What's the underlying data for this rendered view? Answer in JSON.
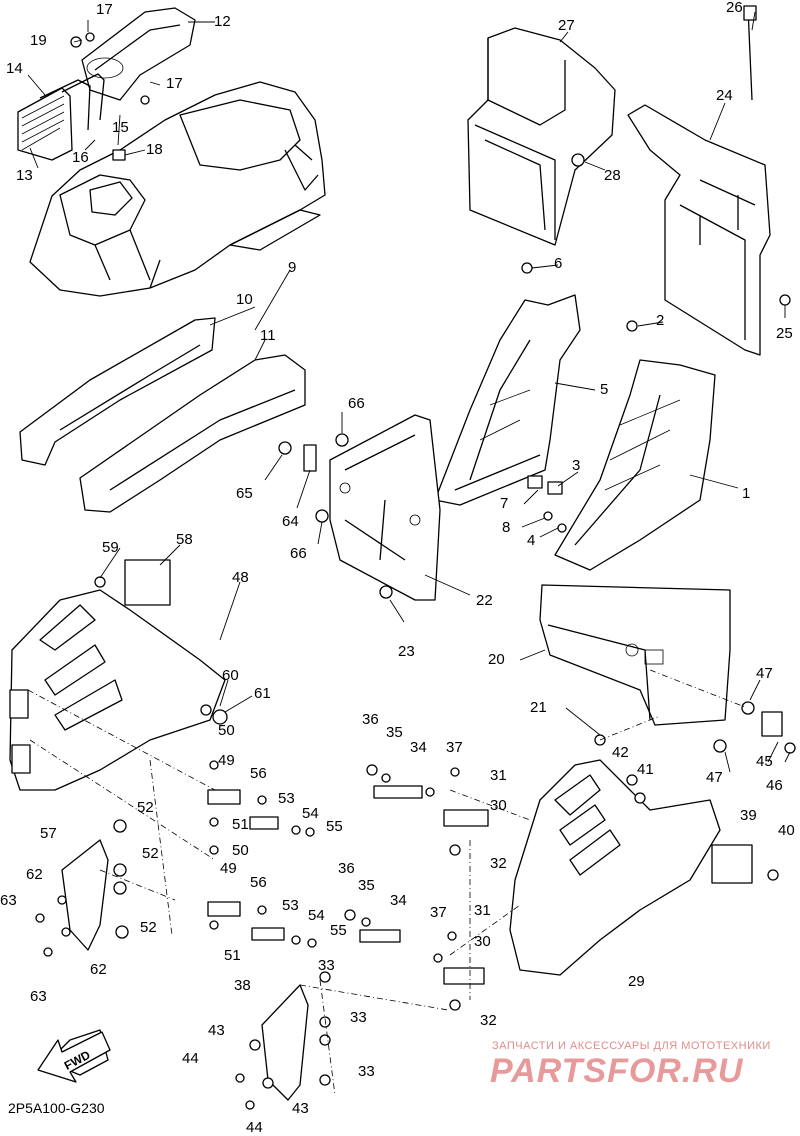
{
  "diagram_code": "2P5A100-G230",
  "fwd_label": "FWD",
  "watermark": {
    "line1": "ЗАПЧАСТИ И АКСЕССУАРЫ ДЛЯ МОТОТЕХНИКИ",
    "line2": "PARTSFOR.RU"
  },
  "callouts": [
    "17",
    "12",
    "19",
    "17",
    "14",
    "15",
    "16",
    "13",
    "18",
    "27",
    "26",
    "24",
    "28",
    "6",
    "25",
    "2",
    "9",
    "10",
    "11",
    "5",
    "3",
    "1",
    "7",
    "8",
    "4",
    "66",
    "65",
    "64",
    "66",
    "22",
    "23",
    "59",
    "58",
    "48",
    "20",
    "47",
    "21",
    "60",
    "61",
    "45",
    "46",
    "47",
    "50",
    "49",
    "56",
    "53",
    "54",
    "55",
    "51",
    "52",
    "36",
    "35",
    "34",
    "37",
    "31",
    "30",
    "42",
    "41",
    "39",
    "40",
    "57",
    "52",
    "62",
    "63",
    "50",
    "49",
    "56",
    "53",
    "54",
    "55",
    "51",
    "36",
    "35",
    "34",
    "37",
    "31",
    "30",
    "32",
    "62",
    "52",
    "29",
    "63",
    "33",
    "38",
    "33",
    "32",
    "43",
    "44",
    "33",
    "43",
    "44"
  ]
}
